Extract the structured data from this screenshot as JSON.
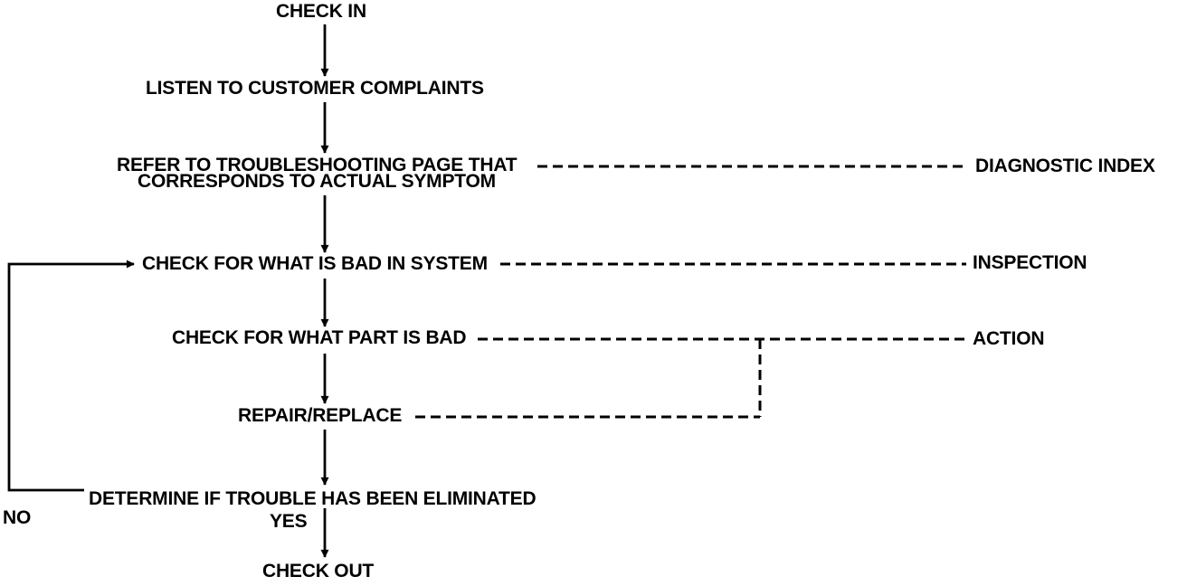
{
  "diagram": {
    "kind": "troubleshooting-flowchart",
    "steps": {
      "check_in": "CHECK IN",
      "listen": "LISTEN TO CUSTOMER COMPLAINTS",
      "refer_line1": "REFER TO TROUBLESHOOTING PAGE THAT",
      "refer_line2": "CORRESPONDS TO ACTUAL SYMPTOM",
      "check_system": "CHECK FOR WHAT IS BAD IN SYSTEM",
      "check_part": "CHECK FOR WHAT PART IS BAD",
      "repair_replace": "REPAIR/REPLACE",
      "determine": "DETERMINE IF TROUBLE HAS BEEN ELIMINATED",
      "check_out": "CHECK OUT"
    },
    "reference_labels": {
      "diagnostic_index": "DIAGNOSTIC INDEX",
      "inspection": "INSPECTION",
      "action": "ACTION"
    },
    "decision_labels": {
      "no": "NO",
      "yes": "YES"
    },
    "colors": {
      "ink": "#000000",
      "background": "#ffffff"
    }
  }
}
